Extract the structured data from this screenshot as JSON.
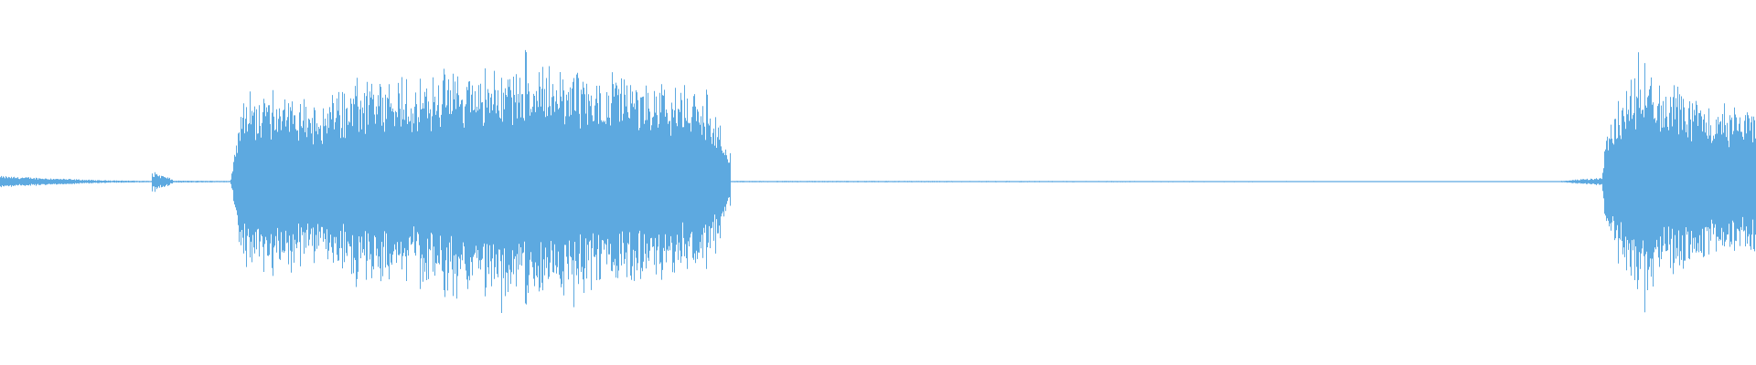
{
  "waveform": {
    "color": "#5DA9E0",
    "background": "#FFFFFF",
    "amplitude_scale": 1.0
  },
  "segments": [
    {
      "kind": "noise",
      "t0": 0.0,
      "t1": 0.055,
      "amp0": 0.045,
      "amp1": 0.012
    },
    {
      "kind": "noise",
      "t0": 0.055,
      "t1": 0.086,
      "amp0": 0.012,
      "amp1": 0.006
    },
    {
      "kind": "burst",
      "t0": 0.086,
      "t1": 0.098,
      "amp0": 0.09,
      "amp1": 0.02
    },
    {
      "kind": "noise",
      "t0": 0.098,
      "t1": 0.131,
      "amp0": 0.008,
      "amp1": 0.006
    },
    {
      "kind": "speech",
      "t0": 0.131,
      "t1": 0.416,
      "envelope": [
        0.6,
        0.7,
        0.68,
        0.72,
        0.55,
        0.7,
        0.78,
        0.74,
        0.8,
        0.76,
        0.84,
        0.92,
        0.88,
        0.94,
        0.9,
        0.98,
        0.86,
        0.84,
        0.82,
        0.8,
        0.78,
        0.74,
        0.72,
        0.66,
        0.2
      ]
    },
    {
      "kind": "silence",
      "t0": 0.416,
      "t1": 0.886,
      "amp0": 0.006,
      "amp1": 0.004
    },
    {
      "kind": "noise",
      "t0": 0.886,
      "t1": 0.912,
      "amp0": 0.004,
      "amp1": 0.03
    },
    {
      "kind": "speech",
      "t0": 0.912,
      "t1": 1.0,
      "envelope": [
        0.3,
        0.6,
        0.85,
        0.9,
        0.78,
        0.72,
        0.66,
        0.62,
        0.6,
        0.58,
        0.6
      ]
    }
  ]
}
